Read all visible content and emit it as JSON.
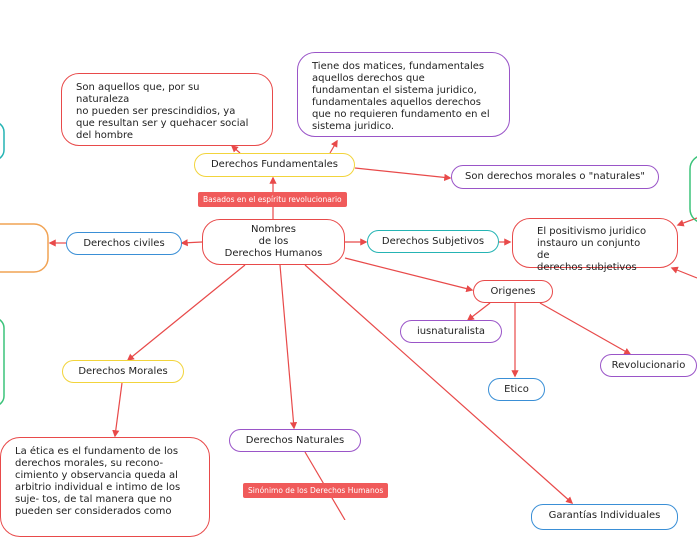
{
  "central": {
    "label": "Nombres\nde los\nDerechos Humanos"
  },
  "nodes": {
    "fundamentales": "Derechos Fundamentales",
    "fundamentales_def": "Son aquellos que, por su\nnaturaleza\nno pueden ser prescindidios, ya\nque resultan ser y quehacer social\ndel hombre",
    "matices": "Tiene dos matices, fundamentales\naquellos derechos que\nfundamentan el sistema juridico,\nfundamentales aquellos derechos\nque no requieren fundamento en el\nsistema juridico.",
    "morales_naturales": "Son derechos morales o \"naturales\"",
    "civiles": "Derechos civiles",
    "subjetivos": "Derechos Subjetivos",
    "positivismo": "El positivismo juridico\ninstauro un conjunto de\nderechos subjetivos",
    "origenes": "Origenes",
    "iusnaturalista": "iusnaturalista",
    "etico": "Etico",
    "revolucionario": "Revolucionario",
    "morales": "Derechos Morales",
    "etica": "La ética es el fundamento de los\nderechos morales, su recono-\ncimiento y observancia queda al\narbitrio individual e intimo de los\nsuje- tos, de tal manera que no\npueden ser considerados como",
    "naturales": "Derechos Naturales",
    "garantias": "Garantías Individuales"
  },
  "tags": {
    "basados": "Basados en el espíritu revolucionario",
    "sinonimo": "Sinónimo de los Derechos Humanos"
  },
  "colors": {
    "line": "#e84a4a",
    "tag_bg": "#f05a5a"
  }
}
